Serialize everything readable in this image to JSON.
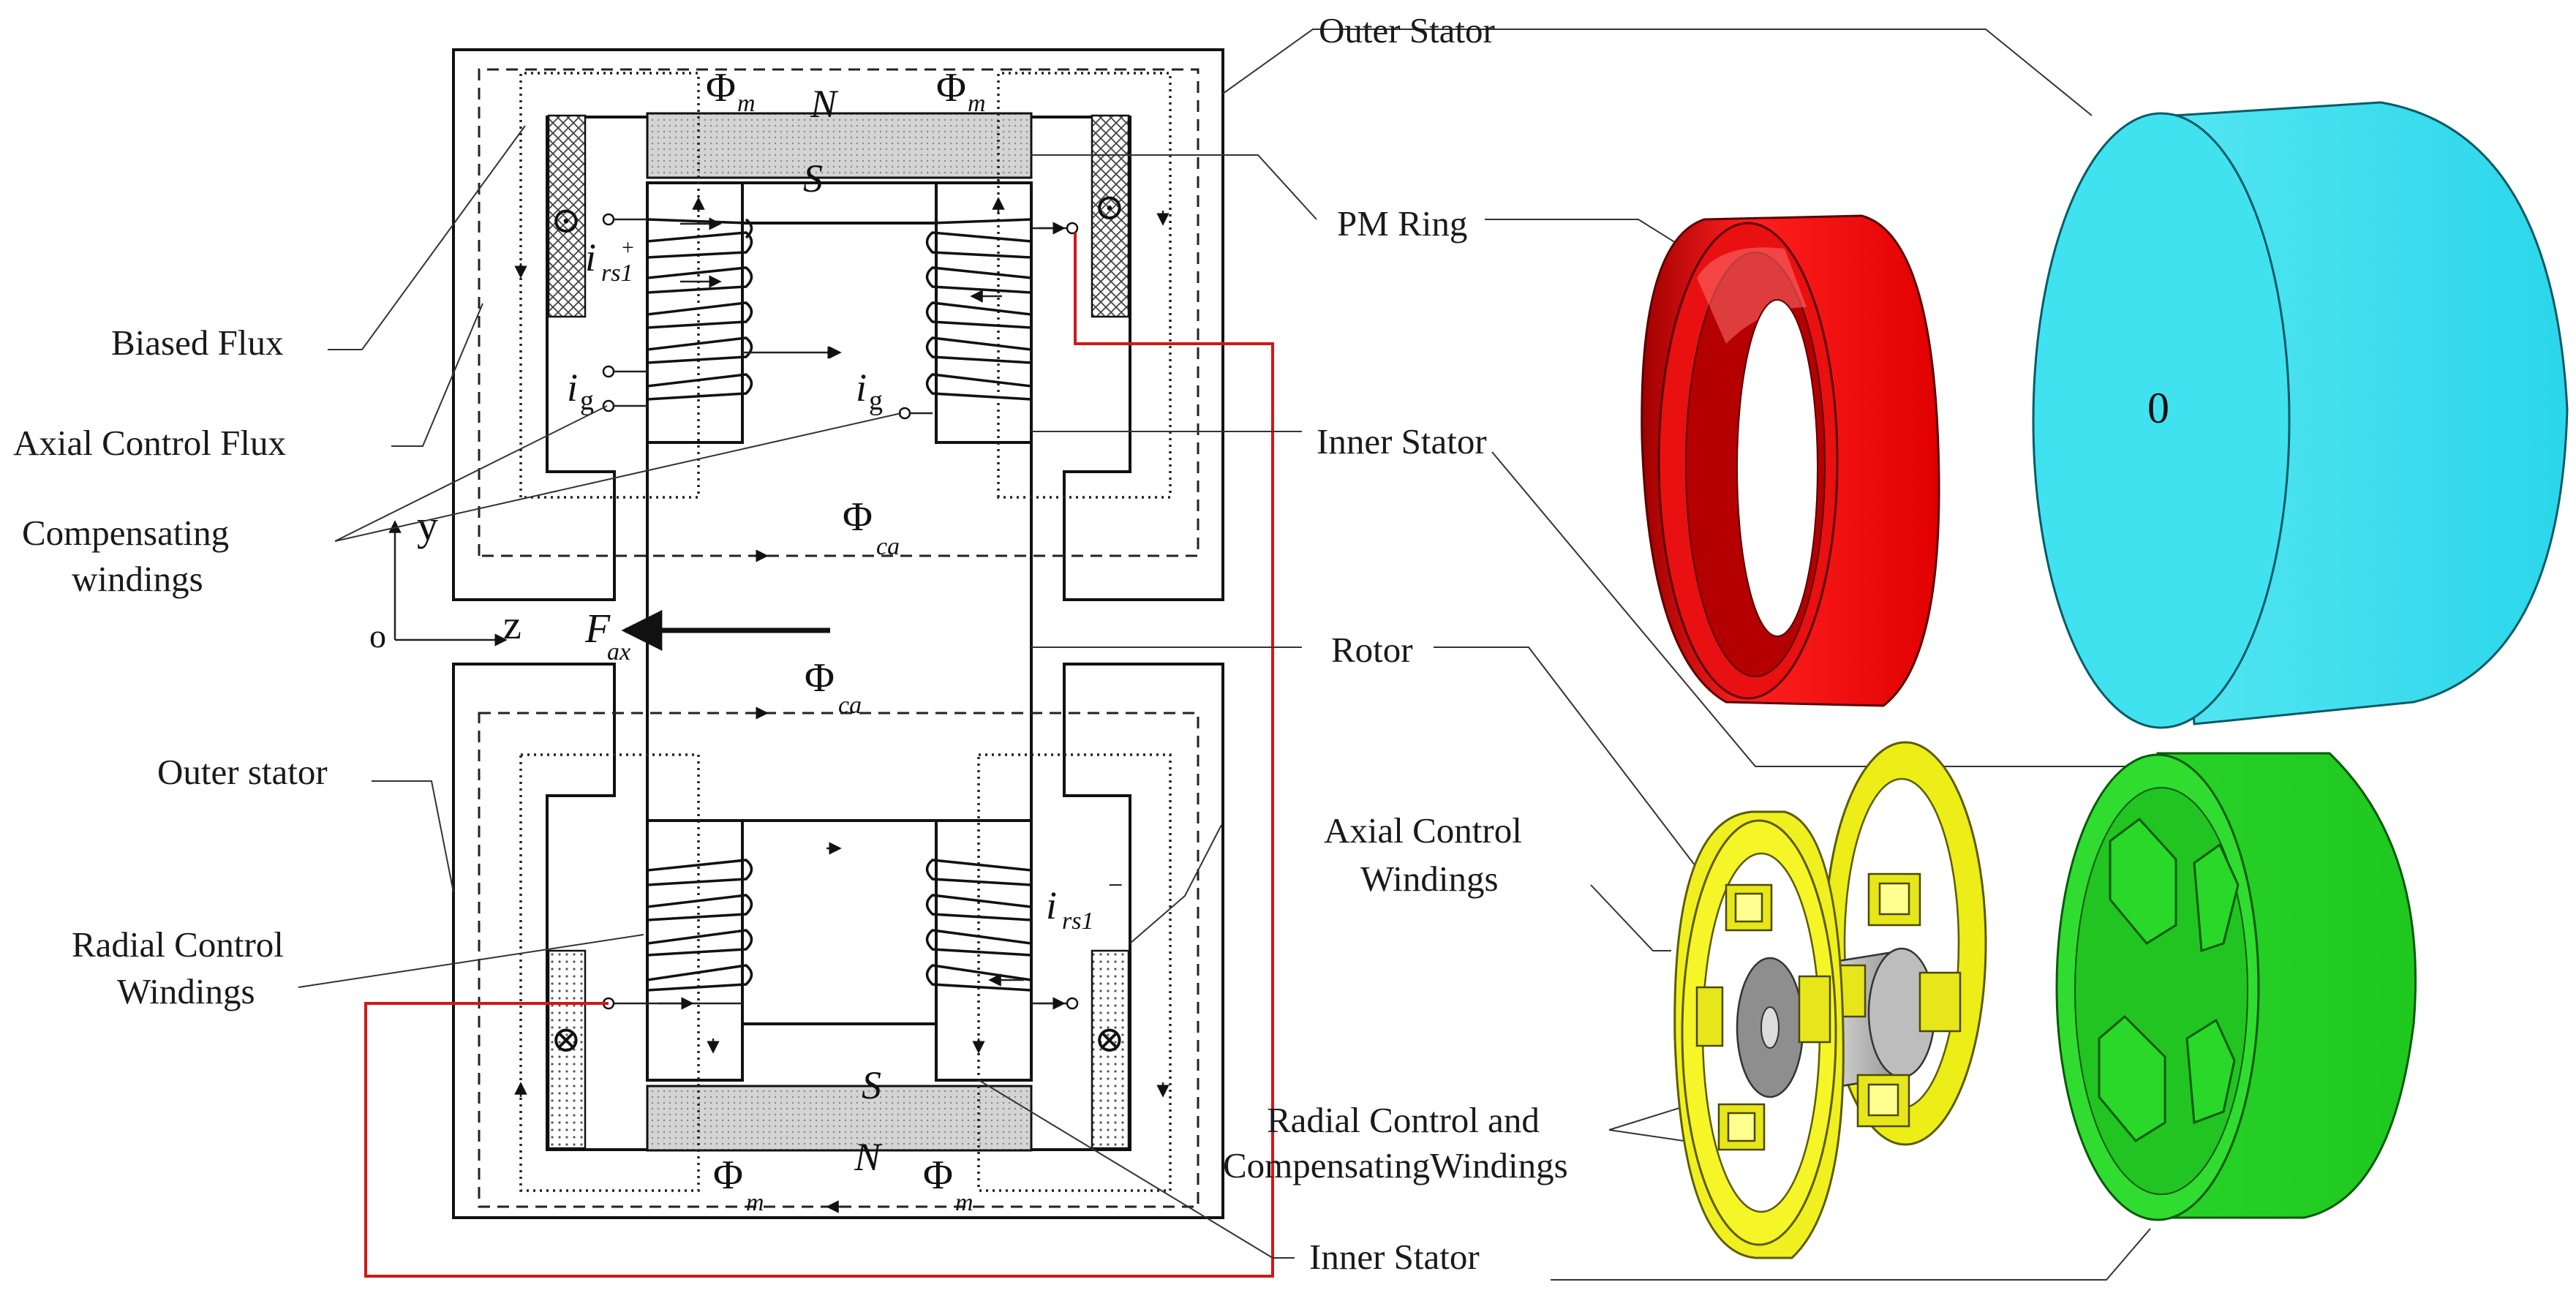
{
  "labels": {
    "outer_stator_top": "Outer Stator",
    "pm_ring": "PM Ring",
    "biased_flux": "Biased Flux",
    "axial_control_flux": "Axial Control Flux",
    "inner_stator_mid": "Inner Stator",
    "compensating_windings_line1": "Compensating",
    "compensating_windings_line2": "windings",
    "rotor": "Rotor",
    "outer_stator_bottom": "Outer stator",
    "axial_control_windings_line1": "Axial Control",
    "axial_control_windings_line2": "Windings",
    "radial_control_windings_line1": "Radial Control",
    "radial_control_windings_line2": "Windings",
    "radial_comp_windings_line1": "Radial Control and",
    "radial_comp_windings_line2": "CompensatingWindings",
    "inner_stator_bottom": "Inner Stator"
  },
  "symbols": {
    "phi": "Φ",
    "phi_m_sub": "m",
    "phi_ca_sub": "ca",
    "north": "N",
    "south": "S",
    "current_i": "i",
    "irs_sub": "rs1",
    "ig_sub": "g",
    "plus": "+",
    "minus": "−",
    "force_f": "F",
    "force_sub": "ax",
    "axis_y": "y",
    "axis_z": "z",
    "axis_origin": "o",
    "dot_out": "⊙",
    "cross_in": "⊗",
    "cad_origin_mark": "0"
  },
  "colors": {
    "pm_ring": "#e81010",
    "outer_stator_3d": "#32e0f0",
    "inner_stator_3d": "#22e022",
    "rotor_3d": "#f0f020",
    "wiring": "#d01818",
    "pm_block": "#d6d6d6"
  }
}
